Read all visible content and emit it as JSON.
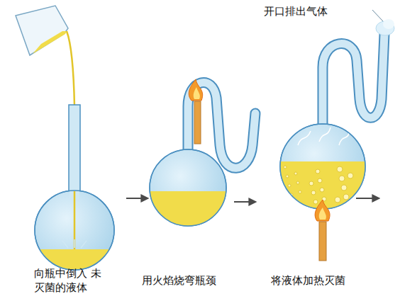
{
  "diagram": {
    "labels": [
      "向瓶中倒入 未灭菌的液体",
      "用火焰烧弯瓶颈",
      "将液体加热灭菌",
      "开口排出气体"
    ]
  }
}
